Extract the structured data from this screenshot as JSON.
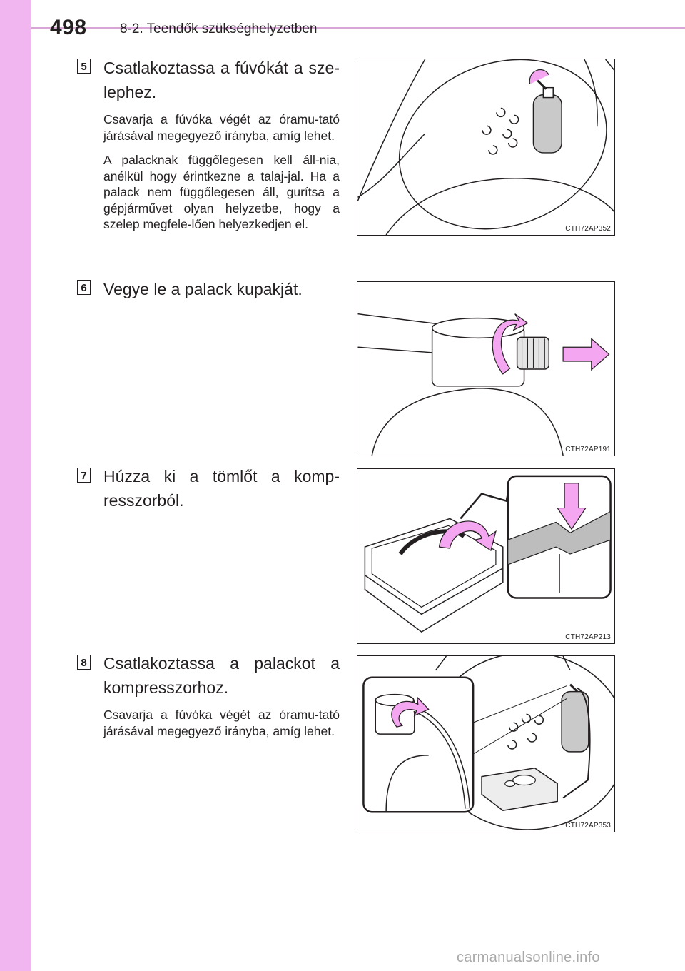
{
  "header": {
    "page_number": "498",
    "section": "8-2. Teendők szükséghelyzetben"
  },
  "steps": [
    {
      "number": "5",
      "heading": "Csatlakoztassa a fúvókát a sze-lephez.",
      "paragraphs": [
        "Csavarja a fúvóka végét az óramu-tató járásával megegyező irányba, amíg lehet.",
        "A palacknak függőlegesen kell áll-nia, anélkül hogy érintkezne a talaj-jal. Ha a palack nem függőlegesen áll, gurítsa a gépjárművet olyan helyzetbe, hogy a szelep megfele-lően helyezkedjen el."
      ],
      "figure_code": "CTH72AP352"
    },
    {
      "number": "6",
      "heading": "Vegye le a palack kupakját.",
      "paragraphs": [],
      "figure_code": "CTH72AP191"
    },
    {
      "number": "7",
      "heading": "Húzza ki a tömlőt a komp-resszorból.",
      "paragraphs": [],
      "figure_code": "CTH72AP213"
    },
    {
      "number": "8",
      "heading": "Csatlakoztassa a palackot a kompresszorhoz.",
      "paragraphs": [
        "Csavarja a fúvóka végét az óramu-tató járásával megegyező irányba, amíg lehet."
      ],
      "figure_code": "CTH72AP353"
    }
  ],
  "watermark": "carmanualsonline.info",
  "colors": {
    "sidebar": "#f1b5ef",
    "arrow_fill": "#f4a6f0",
    "bottle_fill": "#c9c9c9",
    "ink": "#231f20"
  }
}
